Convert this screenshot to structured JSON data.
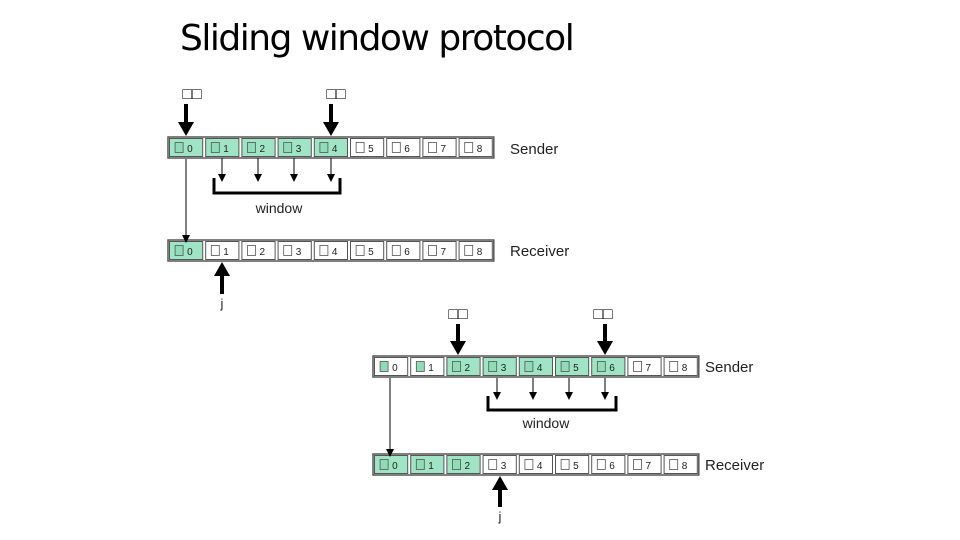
{
  "title": "Sliding window protocol",
  "box_glyph": "□",
  "colors": {
    "active_fill": "#9fe4c4",
    "acked_fill": "#8fdcb8",
    "frame_fill": "#ffffff",
    "frame_border": "#555555",
    "arrow": "#000000",
    "text": "#222222"
  },
  "panel1": {
    "pointer_left_label": "□□",
    "pointer_right_label": "□□",
    "sender_label": "Sender",
    "receiver_label": "Receiver",
    "window_label": "window",
    "j_label": "j",
    "sender_cells": [
      "0",
      "1",
      "2",
      "3",
      "4",
      "5",
      "6",
      "7",
      "8"
    ],
    "receiver_cells": [
      "0",
      "1",
      "2",
      "3",
      "4",
      "5",
      "6",
      "7",
      "8"
    ],
    "sender_highlight": [
      0,
      1,
      2,
      3,
      4
    ],
    "receiver_highlight": [
      0
    ]
  },
  "panel2": {
    "pointer_left_label": "□□",
    "pointer_right_label": "□□",
    "sender_label": "Sender",
    "receiver_label": "Receiver",
    "window_label": "window",
    "j_label": "j",
    "sender_cells": [
      "0",
      "1",
      "2",
      "3",
      "4",
      "5",
      "6",
      "7",
      "8"
    ],
    "receiver_cells": [
      "0",
      "1",
      "2",
      "3",
      "4",
      "5",
      "6",
      "7",
      "8"
    ],
    "sender_highlight": [
      2,
      3,
      4,
      5,
      6
    ],
    "sender_acked": [
      0,
      1
    ],
    "receiver_highlight": [
      0,
      1,
      2
    ]
  }
}
